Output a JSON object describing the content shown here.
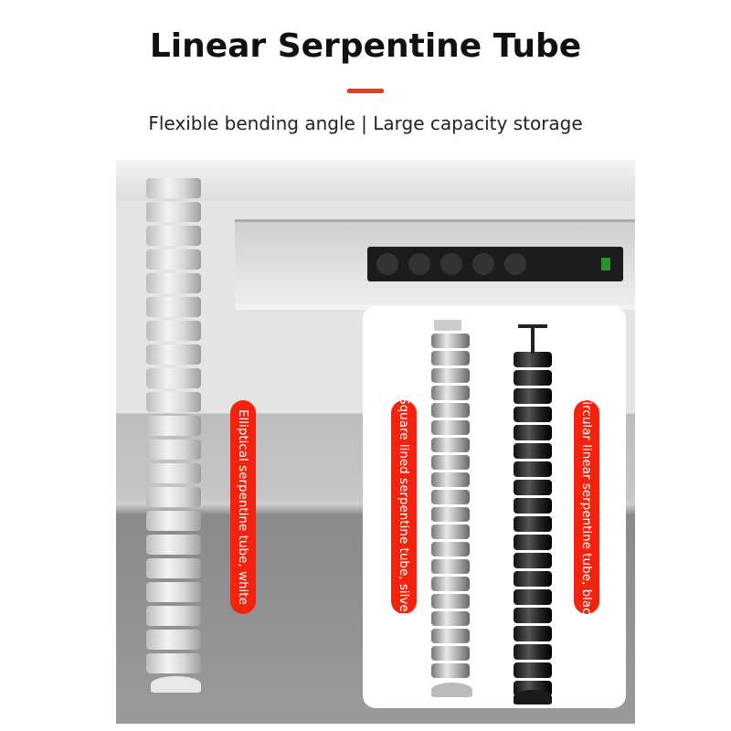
{
  "header": {
    "title": "Linear Serpentine Tube",
    "subtitle": "Flexible bending angle | Large capacity storage",
    "accent_color": "#f03a17"
  },
  "labels": {
    "white": "Elliptical serpentine tube, white",
    "silver": "Square lined serpentine tube, silver",
    "black": "Circular linear serpentine tube, black",
    "pill_color": "#f5230d"
  }
}
